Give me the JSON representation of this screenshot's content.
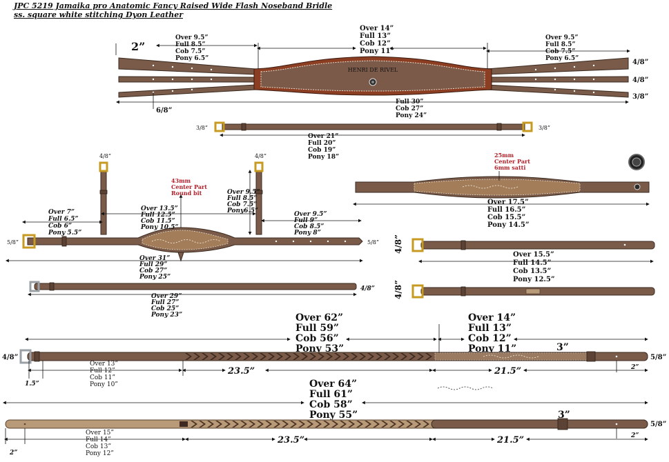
{
  "title": {
    "line1": "JPC 5219 Jamaika pro Anatomic Fancy Raised Wide Flash Noseband Bridle",
    "line2": "ss. square white stitching Dyon Leather"
  },
  "noseband": {
    "brand": "HENRI DE RIVEL",
    "width_left": "2”",
    "tab_width": "6/8”",
    "center": [
      "Over 14”",
      "Full 13”",
      "Cob 12”",
      "Pony 11”"
    ],
    "left_straps": [
      "Over 9.5”",
      "Full 8.5”",
      "Cob 7.5”",
      "Pony 6.5”"
    ],
    "right_straps": [
      "Over 9.5”",
      "Full 8.5”",
      "Cob 7.5”",
      "Pony 6.5”"
    ],
    "strap_widths": [
      "4/8”",
      "4/8”",
      "3/8”"
    ],
    "total": [
      "Full 30”",
      "Cob 27”",
      "Pony 24”"
    ]
  },
  "flash": {
    "width_left": "3/8”",
    "width_right": "3/8”",
    "sizes": [
      "Over 21”",
      "Full 20”",
      "Cob 19”",
      "Pony 18”"
    ]
  },
  "headpiece": {
    "cheek_width_left": "4/8”",
    "cheek_width_right": "4/8”",
    "center_note": [
      "43mm",
      "Center Part",
      "Round bit"
    ],
    "left": [
      "Over 7”",
      "Full 6.5”",
      "Cob 6”",
      "Pony 5.5”"
    ],
    "center": [
      "Over 13.5”",
      "Full 12.5”",
      "Cob 11.5”",
      "Pony 10.5”"
    ],
    "drop": [
      "Over 9.5”",
      "Full 8.5”",
      "Cob 7.5”",
      "Pony6.5”"
    ],
    "right": [
      "Over 9.5”",
      "Full 9”",
      "Cob 8.5”",
      "Pony 8”"
    ],
    "width_left": "5/8”",
    "width_right": "5/8”",
    "total": [
      "Over 31”",
      "Full 29”",
      "Cob 27”",
      "Pony 25”"
    ]
  },
  "throatlatch": {
    "width": "4/8”",
    "sizes": [
      "Over 29”",
      "Full 27”",
      "Cob 25”",
      "Pony 23”"
    ]
  },
  "browband": {
    "center_note": [
      "25mm",
      "Center Part",
      "6mm satti"
    ],
    "sizes": [
      "Over 17.5”",
      "Full 16.5”",
      "Cob 15.5”",
      "Pony 14.5”"
    ]
  },
  "cheekpieces": {
    "width_top": "4/8”",
    "width_bottom": "4/8”",
    "sizes": [
      "Over 15.5”",
      "Full 14.5”",
      "Cob 13.5”",
      "Pony 12.5”"
    ]
  },
  "rein_laced": {
    "total": [
      "Over 62”",
      "Full 59”",
      "Cob 56”",
      "Pony 53”"
    ],
    "hand": [
      "Over 14”",
      "Full 13”",
      "Cob 12”",
      "Pony 11”"
    ],
    "width_left": "4/8”",
    "width_right": "5/8”",
    "buckle_end": [
      "Over 13”",
      "Full 12”",
      "Cob 11”",
      "Pony 10”"
    ],
    "tab": "1.5”",
    "laced": "23.5”",
    "plain": "21.5”",
    "keeper": "3”",
    "end": "2”"
  },
  "rein_rubber": {
    "total": [
      "Over 64”",
      "Full 61”",
      "Cob 58”",
      "Pony 55”"
    ],
    "width_right": "5/8”",
    "buckle_end": [
      "Over 15”",
      "Full 14”",
      "Cob 13”",
      "Pony 12”"
    ],
    "tab": "2”",
    "laced": "23.5”",
    "plain": "21.5”",
    "keeper": "3”",
    "end": "2”"
  }
}
